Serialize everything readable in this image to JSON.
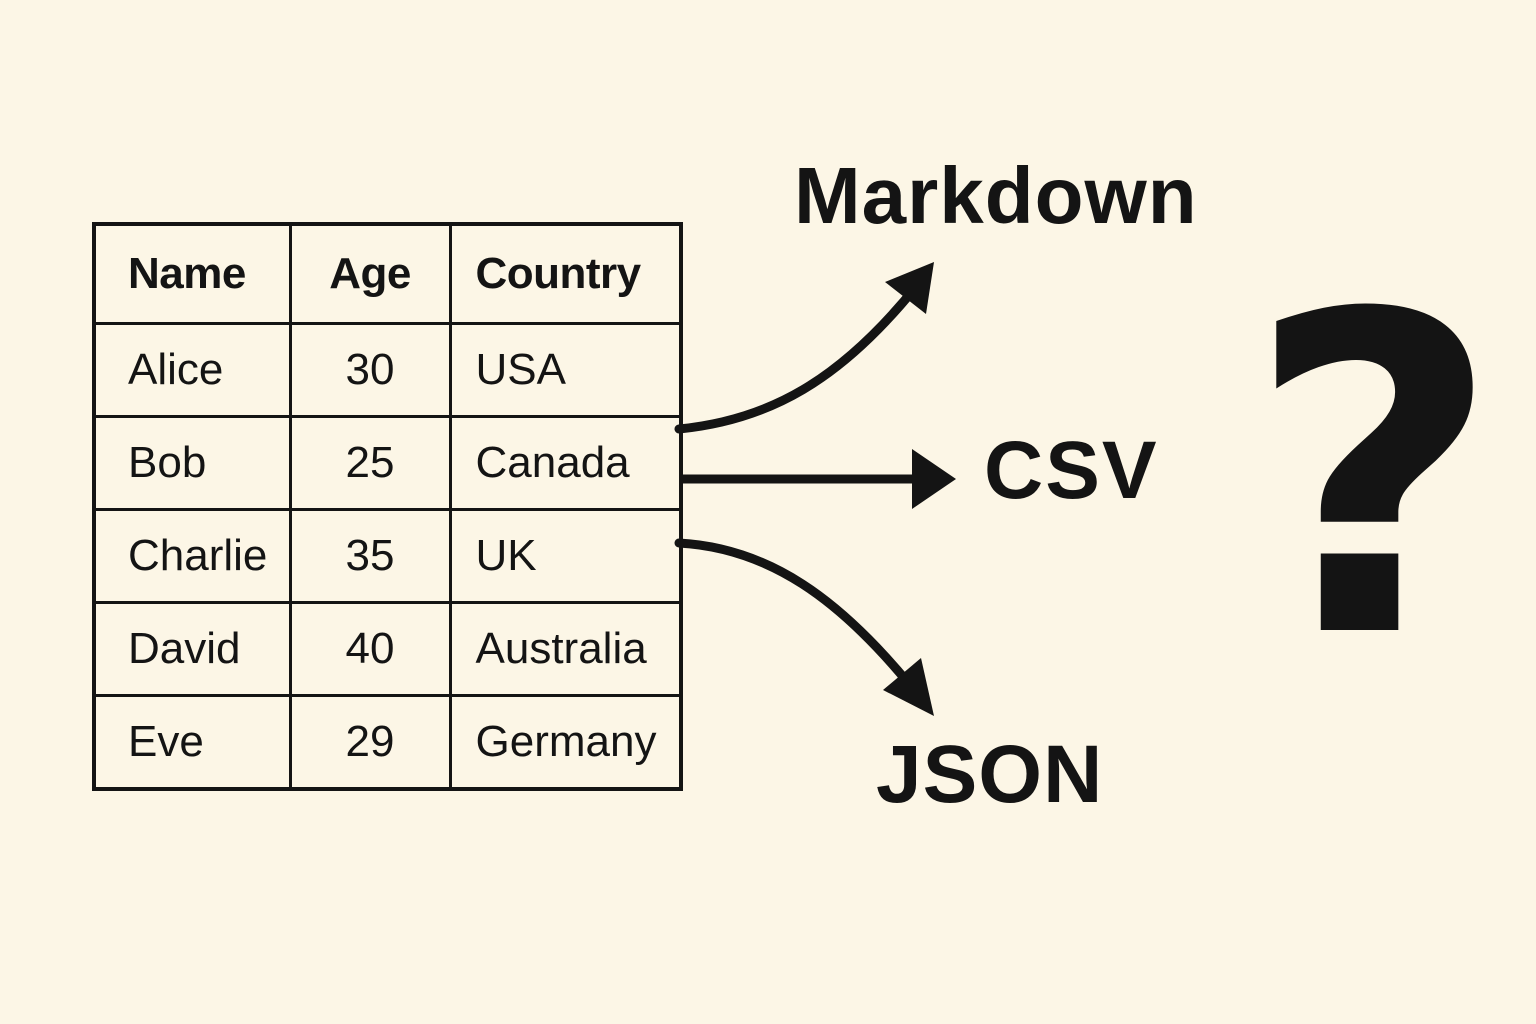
{
  "table": {
    "headers": [
      "Name",
      "Age",
      "Country"
    ],
    "rows": [
      [
        "Alice",
        "30",
        "USA"
      ],
      [
        "Bob",
        "25",
        "Canada"
      ],
      [
        "Charlie",
        "35",
        "UK"
      ],
      [
        "David",
        "40",
        "Australia"
      ],
      [
        "Eve",
        "29",
        "Germany"
      ]
    ]
  },
  "formats": {
    "markdown": "Markdown",
    "csv": "CSV",
    "json": "JSON"
  },
  "question": "?",
  "colors": {
    "background": "#fcf6e6",
    "ink": "#141414"
  }
}
